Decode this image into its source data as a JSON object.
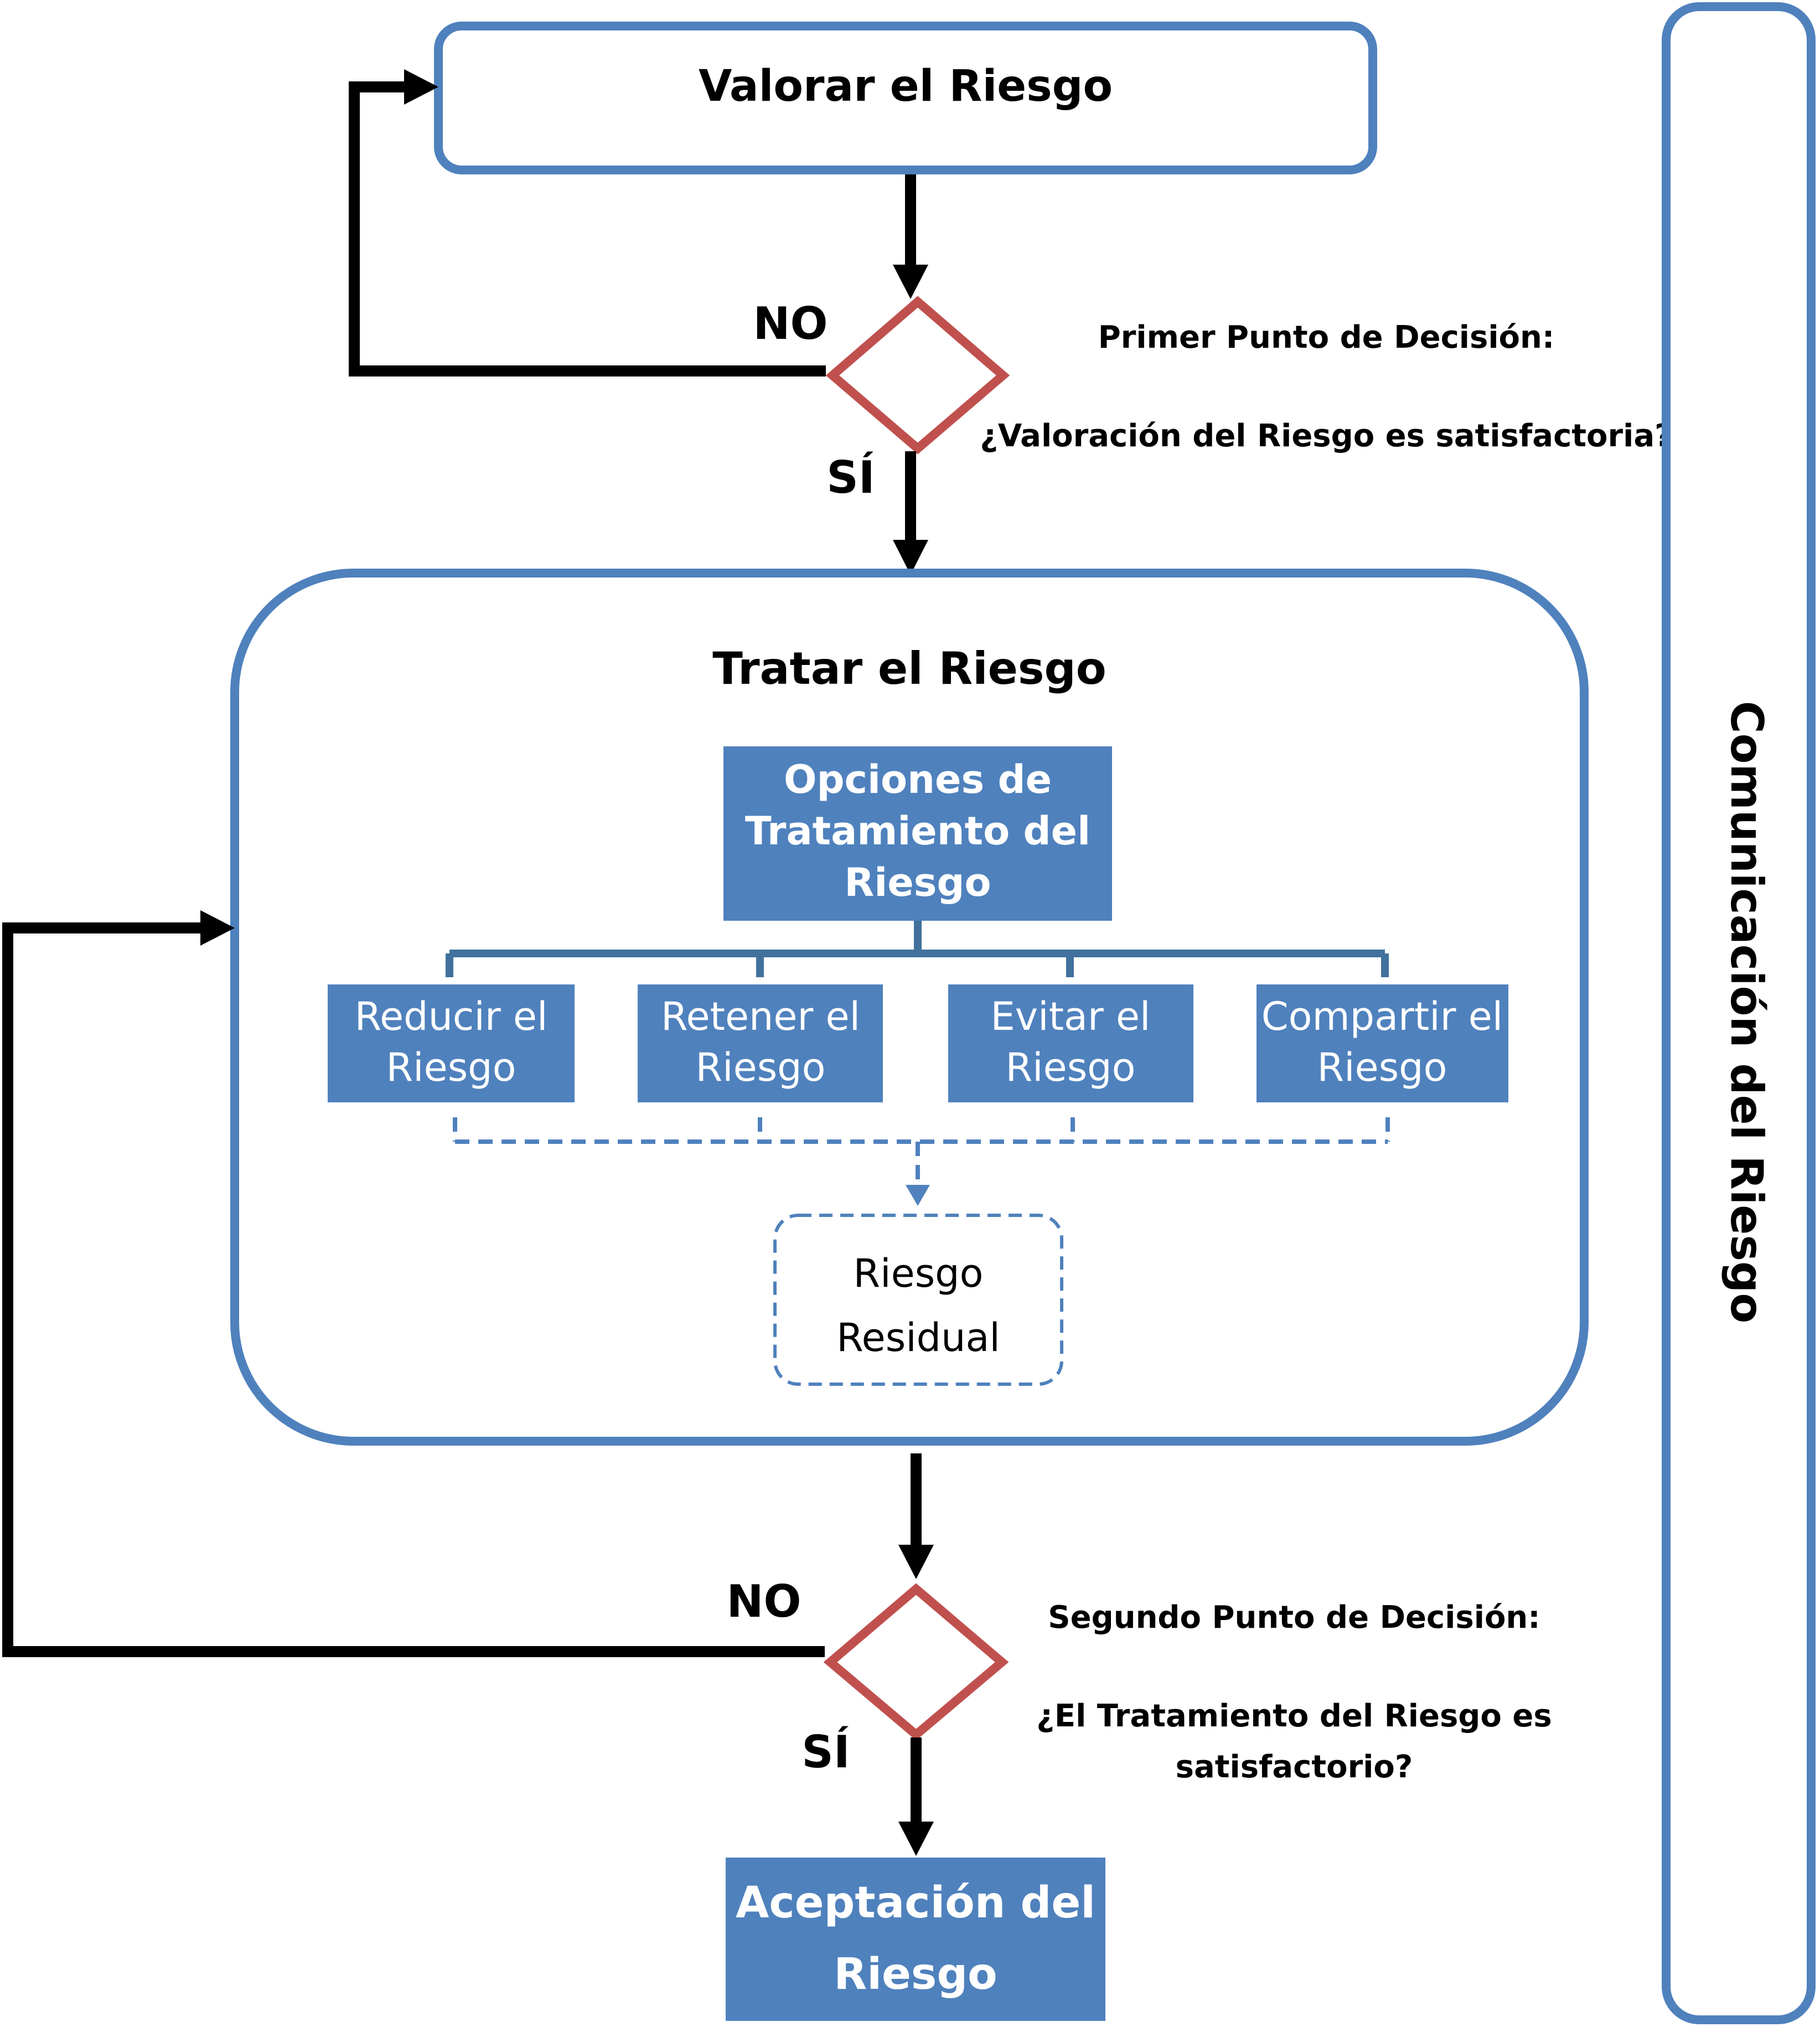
{
  "colors": {
    "box_border": "#4F81BD",
    "box_fill": "#4F81BD",
    "box_text": "#FFFFFF",
    "diamond_border": "#C0504D",
    "arrow": "#000000"
  },
  "valorar": {
    "title": "Valorar el Riesgo"
  },
  "decision1": {
    "no": "NO",
    "si": "SÍ",
    "heading": "Primer Punto de Decisión:",
    "question": "¿Valoración del Riesgo es satisfactoria?"
  },
  "tratar": {
    "title": "Tratar el Riesgo",
    "options_title": [
      "Opciones de",
      "Tratamiento del",
      "Riesgo"
    ],
    "options": [
      {
        "line1": "Reducir el",
        "line2": "Riesgo"
      },
      {
        "line1": "Retener el",
        "line2": "Riesgo"
      },
      {
        "line1": "Evitar el",
        "line2": "Riesgo"
      },
      {
        "line1": "Compartir el",
        "line2": "Riesgo"
      }
    ],
    "residual": [
      "Riesgo",
      "Residual"
    ]
  },
  "decision2": {
    "no": "NO",
    "si": "SÍ",
    "heading": "Segundo Punto de Decisión:",
    "question_line1": "¿El  Tratamiento del Riesgo es",
    "question_line2": "satisfactorio?"
  },
  "aceptacion": {
    "line1": "Aceptación del",
    "line2": "Riesgo"
  },
  "comunicacion": {
    "title": "Comunicación del Riesgo"
  }
}
